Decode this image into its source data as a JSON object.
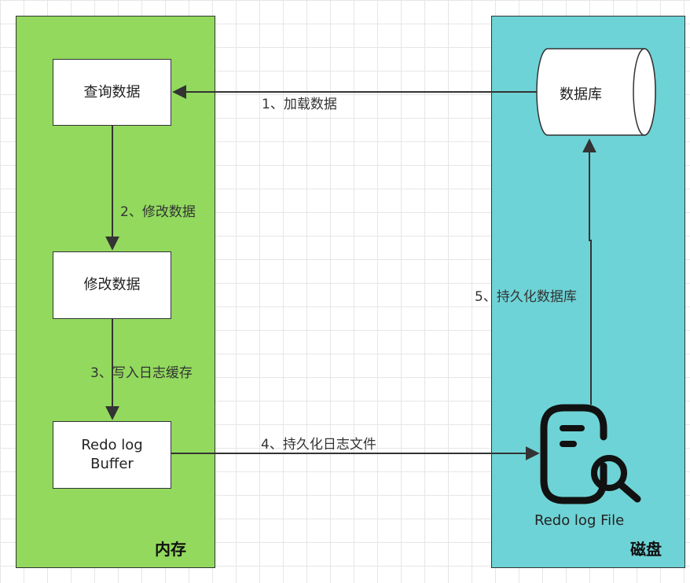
{
  "regions": {
    "memory_label": "内存",
    "disk_label": "磁盘"
  },
  "nodes": {
    "query_data": "查询数据",
    "modify_data": "修改数据",
    "redo_buffer_line1": "Redo log",
    "redo_buffer_line2": "Buffer",
    "database": "数据库",
    "redo_file": "Redo log File"
  },
  "edges": {
    "step1": "1、加载数据",
    "step2": "2、修改数据",
    "step3": "3、写入日志缓存",
    "step4": "4、持久化日志文件",
    "step5": "5、持久化数据库"
  },
  "colors": {
    "memory": "#92d95e",
    "disk": "#6ed3d6",
    "stroke": "#333333"
  },
  "icons": {
    "database": "database-cylinder-icon",
    "redo_file": "file-search-icon"
  }
}
